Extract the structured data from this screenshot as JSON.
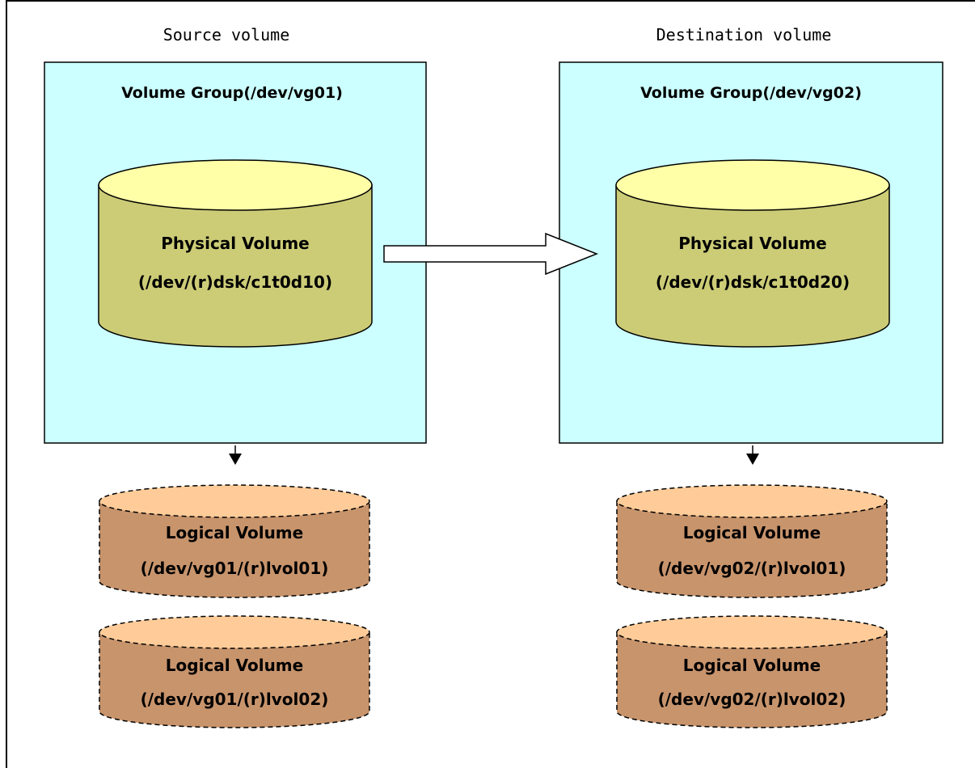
{
  "source": {
    "heading": "Source volume",
    "group_label": "Volume Group(/dev/vg01)",
    "physical_name": "Physical Volume",
    "physical_path": "(/dev/(r)dsk/c1t0d10)",
    "logical": [
      {
        "name": "Logical Volume",
        "path": "(/dev/vg01/(r)lvol01)"
      },
      {
        "name": "Logical Volume",
        "path": "(/dev/vg01/(r)lvol02)"
      }
    ]
  },
  "destination": {
    "heading": "Destination volume",
    "group_label": "Volume Group(/dev/vg02)",
    "physical_name": "Physical Volume",
    "physical_path": "(/dev/(r)dsk/c1t0d20)",
    "logical": [
      {
        "name": "Logical Volume",
        "path": "(/dev/vg02/(r)lvol01)"
      },
      {
        "name": "Logical Volume",
        "path": "(/dev/vg02/(r)lvol02)"
      }
    ]
  },
  "colors": {
    "group_fill": "#ccffff",
    "physical_fill": "#cccc77",
    "physical_top": "#ffffa8",
    "logical_fill": "#c8946c",
    "logical_top": "#ffcc99",
    "stroke": "#000000"
  }
}
